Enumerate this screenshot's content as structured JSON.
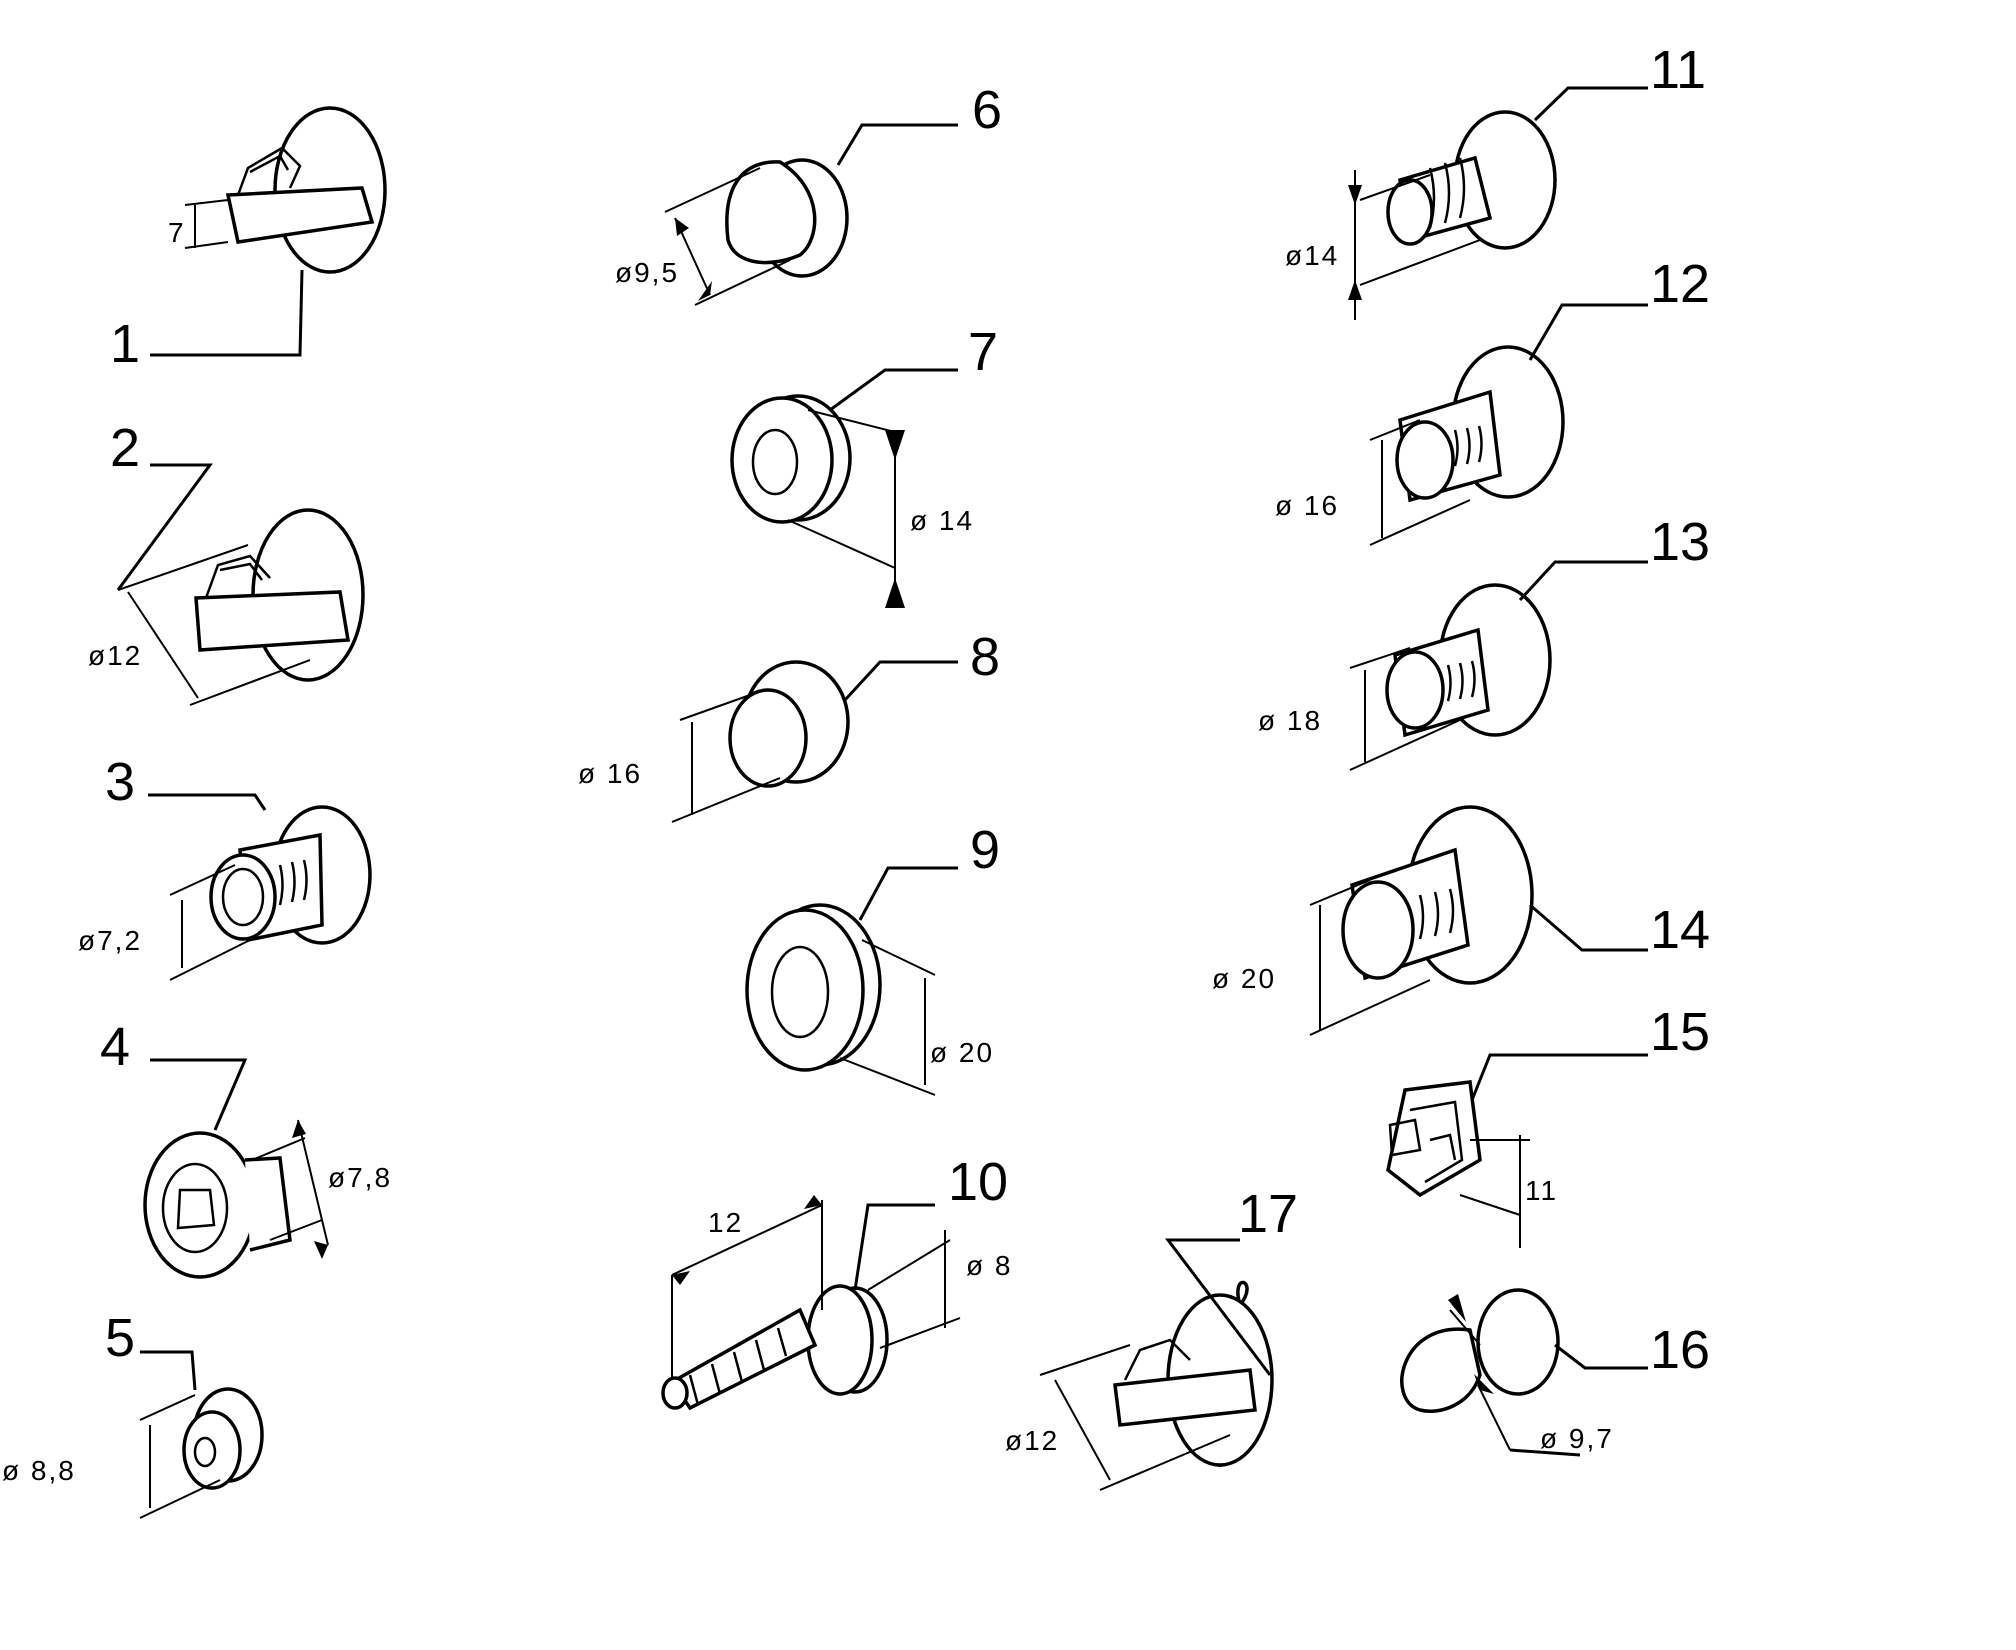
{
  "parts": [
    {
      "number": "1",
      "dimension": "7"
    },
    {
      "number": "2",
      "dimension": "ø12"
    },
    {
      "number": "3",
      "dimension": "ø7,2"
    },
    {
      "number": "4",
      "dimension": "ø7,8"
    },
    {
      "number": "5",
      "dimension": "ø 8,8"
    },
    {
      "number": "6",
      "dimension": "ø9,5"
    },
    {
      "number": "7",
      "dimension": "ø 14"
    },
    {
      "number": "8",
      "dimension": "ø 16"
    },
    {
      "number": "9",
      "dimension": "ø 20"
    },
    {
      "number": "10",
      "dimension": "ø 8",
      "dimension2": "12"
    },
    {
      "number": "11",
      "dimension": "ø14"
    },
    {
      "number": "12",
      "dimension": "ø 16"
    },
    {
      "number": "13",
      "dimension": "ø 18"
    },
    {
      "number": "14",
      "dimension": "ø 20"
    },
    {
      "number": "15",
      "dimension": "11"
    },
    {
      "number": "16",
      "dimension": "ø 9,7"
    },
    {
      "number": "17",
      "dimension": "ø12"
    }
  ]
}
